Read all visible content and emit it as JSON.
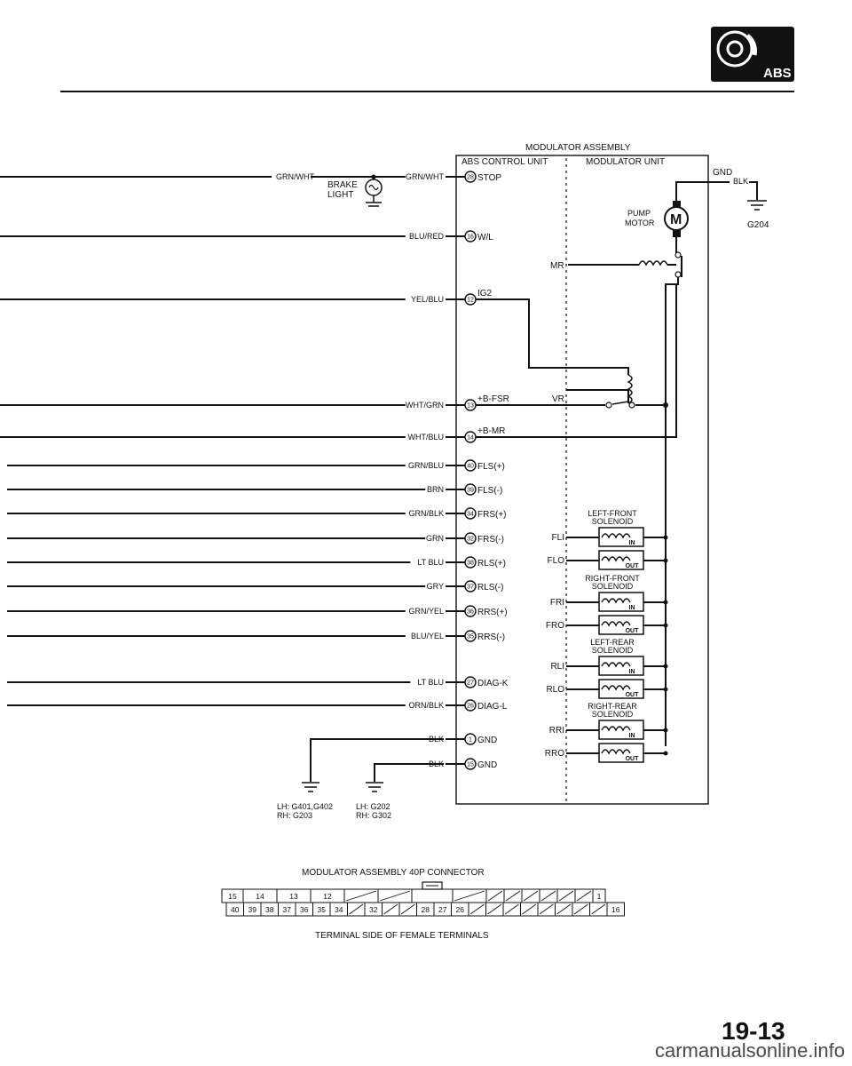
{
  "badge": {
    "text": "ABS"
  },
  "module": {
    "assembly_title": "MODULATOR ASSEMBLY",
    "control_unit": "ABS CONTROL UNIT",
    "modulator_unit": "MODULATOR UNIT",
    "gnd": "GND",
    "gnd_wire": "BLK",
    "gnd_ground": "G204",
    "pump_line1": "PUMP",
    "pump_line2": "MOTOR",
    "motor_symbol": "M",
    "mr": "MR",
    "vr": "VR",
    "brake_line1": "BRAKE",
    "brake_line2": "LIGHT"
  },
  "pins": [
    {
      "wire": "GRN/WHT",
      "num": "28",
      "label": "STOP"
    },
    {
      "wire": "BLU/RED",
      "num": "16",
      "label": "W/L"
    },
    {
      "wire": "YEL/BLU",
      "num": "12",
      "label": "IG2"
    },
    {
      "wire": "WHT/GRN",
      "num": "13",
      "label": "+B-FSR"
    },
    {
      "wire": "WHT/BLU",
      "num": "14",
      "label": "+B-MR"
    },
    {
      "wire": "GRN/BLU",
      "num": "40",
      "label": "FLS(+)"
    },
    {
      "wire": "BRN",
      "num": "39",
      "label": "FLS(-)"
    },
    {
      "wire": "GRN/BLK",
      "num": "34",
      "label": "FRS(+)"
    },
    {
      "wire": "GRN",
      "num": "32",
      "label": "FRS(-)"
    },
    {
      "wire": "LT BLU",
      "num": "38",
      "label": "RLS(+)"
    },
    {
      "wire": "GRY",
      "num": "37",
      "label": "RLS(-)"
    },
    {
      "wire": "GRN/YEL",
      "num": "36",
      "label": "RRS(+)"
    },
    {
      "wire": "BLU/YEL",
      "num": "35",
      "label": "RRS(-)"
    },
    {
      "wire": "LT BLU",
      "num": "27",
      "label": "DIAG-K"
    },
    {
      "wire": "ORN/BLK",
      "num": "26",
      "label": "DIAG-L"
    },
    {
      "wire": "BLK",
      "num": "1",
      "label": "GND"
    },
    {
      "wire": "BLK",
      "num": "15",
      "label": "GND"
    }
  ],
  "left_wire": "GRN/WHT",
  "solenoids": [
    {
      "title": "LEFT-FRONT",
      "sub": "SOLENOID",
      "in_pin": "FLI",
      "out_pin": "FLO"
    },
    {
      "title": "RIGHT-FRONT",
      "sub": "SOLENOID",
      "in_pin": "FRI",
      "out_pin": "FRO"
    },
    {
      "title": "LEFT-REAR",
      "sub": "SOLENOID",
      "in_pin": "RLI",
      "out_pin": "RLO"
    },
    {
      "title": "RIGHT-REAR",
      "sub": "SOLENOID",
      "in_pin": "RRI",
      "out_pin": "RRO"
    }
  ],
  "coil_in": "IN",
  "coil_out": "OUT",
  "grounds": {
    "left_line1": "LH: G401,G402",
    "left_line2": "RH: G203",
    "right_line1": "LH: G202",
    "right_line2": "RH: G302"
  },
  "connector": {
    "title": "MODULATOR ASSEMBLY 40P CONNECTOR",
    "caption": "TERMINAL SIDE OF FEMALE TERMINALS",
    "top_row": [
      "15",
      "14",
      "13",
      "12",
      "1"
    ],
    "bottom_row": [
      "40",
      "39",
      "38",
      "37",
      "36",
      "35",
      "34",
      "32",
      "28",
      "27",
      "26",
      "16"
    ]
  },
  "page_number": "19-13",
  "watermark": "carmanualsonline.info"
}
